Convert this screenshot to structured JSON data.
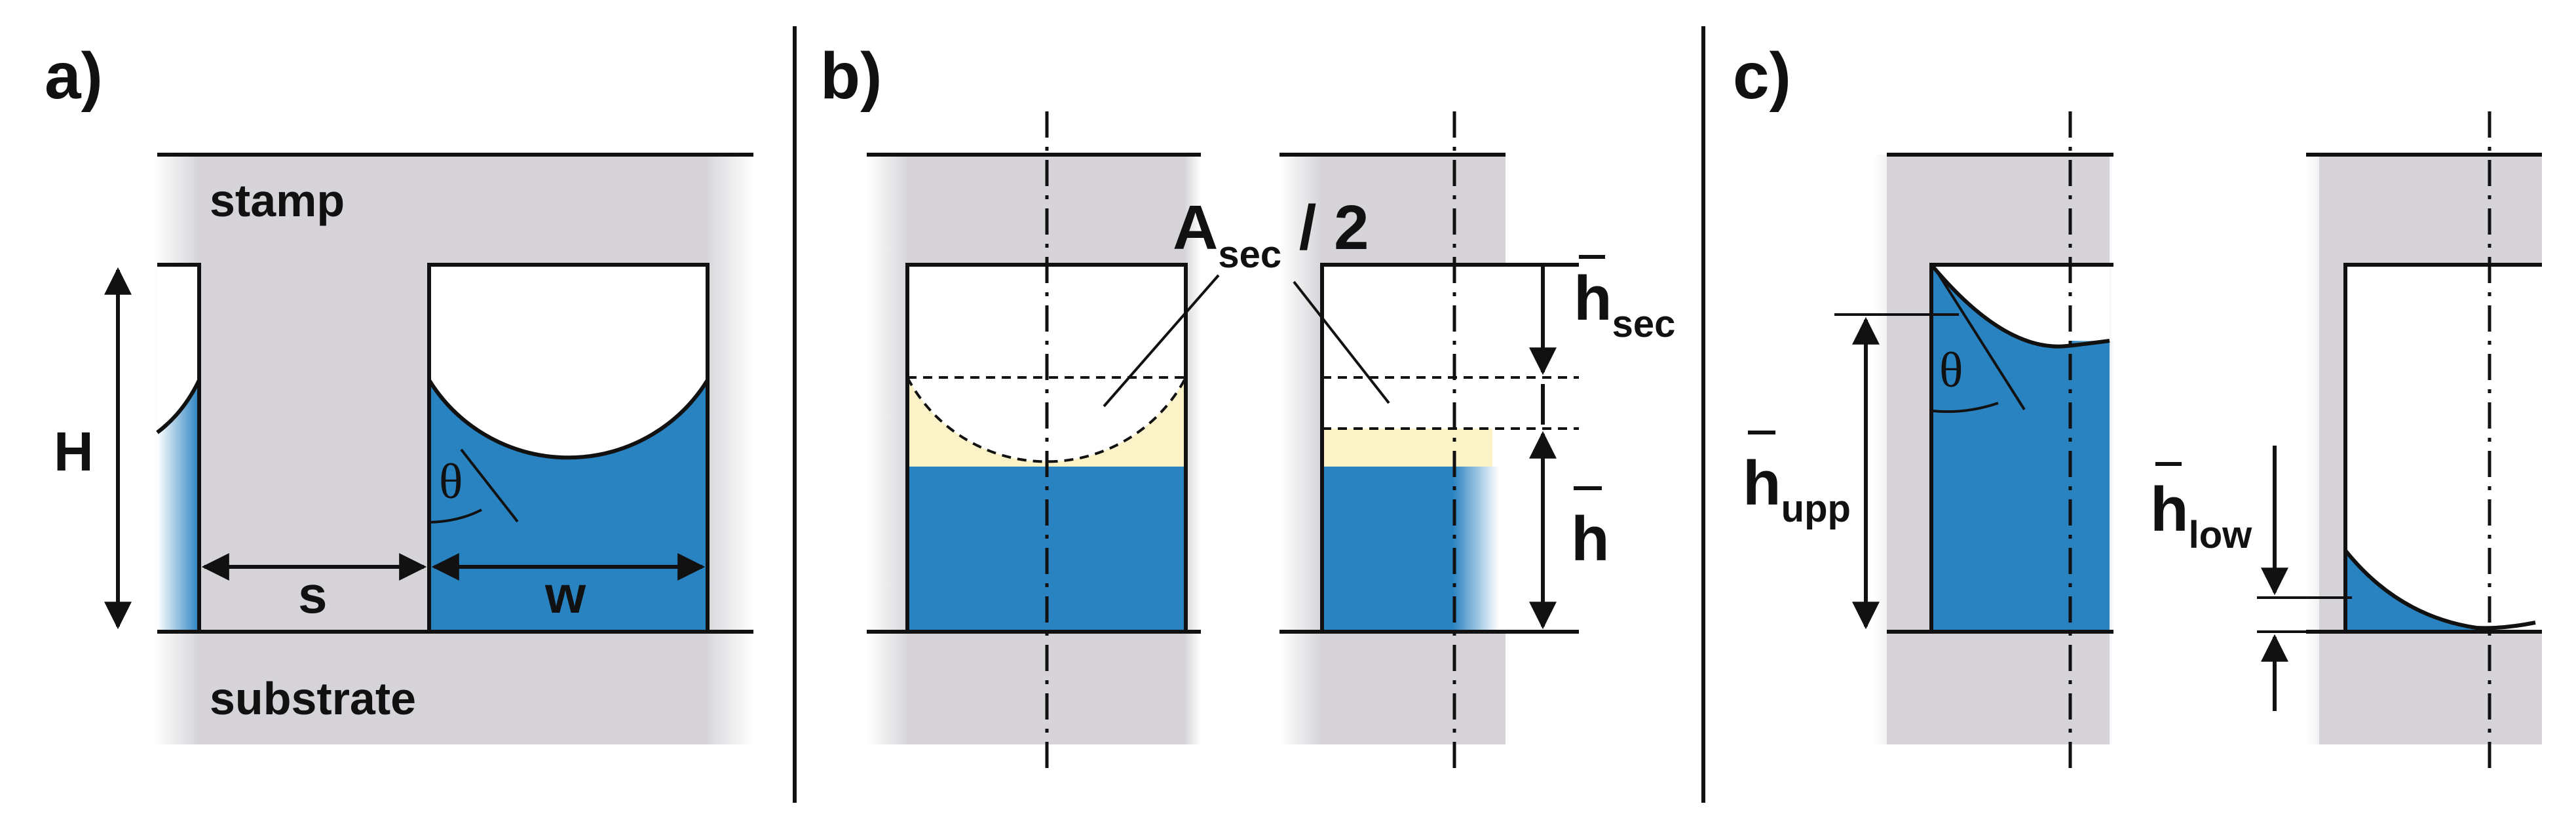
{
  "panels": {
    "a": {
      "label": "a)",
      "stamp": "stamp",
      "substrate": "substrate",
      "H": "H",
      "s": "s",
      "w": "w",
      "theta": "θ"
    },
    "b": {
      "label": "b)",
      "area_main": "A",
      "area_sub": "sec",
      "area_suffix": " / 2",
      "hsec_main": "h",
      "hsec_sub": "sec",
      "h_main": "h"
    },
    "c": {
      "label": "c)",
      "theta": "θ",
      "hupp_main": "h",
      "hupp_sub": "upp",
      "hlow_main": "h",
      "hlow_sub": "low"
    }
  },
  "colors": {
    "stamp_gray": "#d6d4d8",
    "liquid_blue": "#2a83c1",
    "meniscus_yellow": "#fbf3c7",
    "line": "#111111"
  }
}
